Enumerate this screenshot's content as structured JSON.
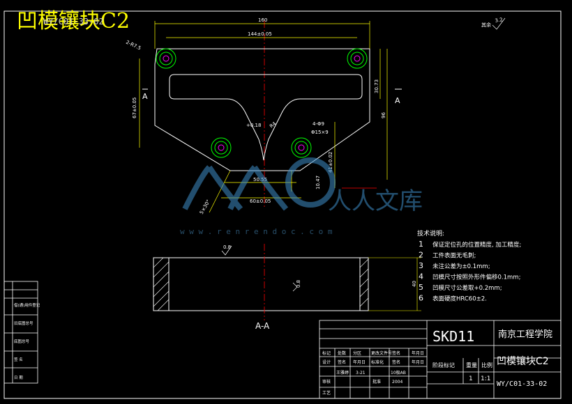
{
  "overlay": {
    "title": "凹模镶块C2",
    "file_name": "WY/C01-33-02"
  },
  "plan_view": {
    "dims": {
      "overall_width": "160",
      "hole_spacing": "144±0.05",
      "height_left": "67±0.05",
      "right_upper": "30.73",
      "right_total": "96",
      "right_lower": "41±0.02",
      "bottom_inner": "50.55",
      "bottom_hole_spacing": "60±0.05",
      "small_right": "10.47",
      "tolerance": "+0.18",
      "hole_callout": "4-Φ9",
      "counterbore": "Φ15×9",
      "corner_radius": "R4",
      "chamfer": "5×30°",
      "radius_top": "2-R7.5",
      "roughness_general": "3.2",
      "general_label": "其余"
    },
    "section_mark": "A"
  },
  "section_view": {
    "label": "A-A",
    "thickness": "40",
    "roughness_top": "0.8",
    "roughness_mid": "0.8"
  },
  "tech_notes": {
    "heading": "技术说明:",
    "items": [
      {
        "num": "1",
        "text": "保证定位孔的位置精度, 加工精度;"
      },
      {
        "num": "2",
        "text": "工件表面无毛刺;"
      },
      {
        "num": "3",
        "text": "未注公差为±0.1mm;"
      },
      {
        "num": "4",
        "text": "凹模尺寸按照外形件偏移0.1mm;"
      },
      {
        "num": "5",
        "text": "凹模尺寸公差取+0.2mm;"
      },
      {
        "num": "6",
        "text": "表面硬度HRC60±2."
      }
    ]
  },
  "title_block": {
    "material": "SKD11",
    "school": "南京工程学院",
    "part_name": "凹模镶块C2",
    "drawing_no": "WY/C01-33-02",
    "stage_label": "阶段标记",
    "weight_label": "重量",
    "scale_label": "比例",
    "quantity": "1",
    "scale": "1:1",
    "row_labels": [
      "标记",
      "处数",
      "分区",
      "更改文件号",
      "签名",
      "年月日"
    ],
    "row2_labels": [
      "设计",
      "签名",
      "年月日",
      "标准化",
      "签名",
      "年月日"
    ],
    "designer": "王雅婷",
    "date": "3-21",
    "check_label": "审核",
    "craft_label": "工艺",
    "approve_label": "批准",
    "std_label": "10极AB",
    "year": "2004"
  },
  "side_table": {
    "labels": [
      "借(通)用件登记",
      "旧底图总号",
      "底图总号",
      "签 名",
      "日 期"
    ]
  },
  "watermark": {
    "brand": "人人文库",
    "url": "w w w . r e n r e n d o c . c o m"
  }
}
